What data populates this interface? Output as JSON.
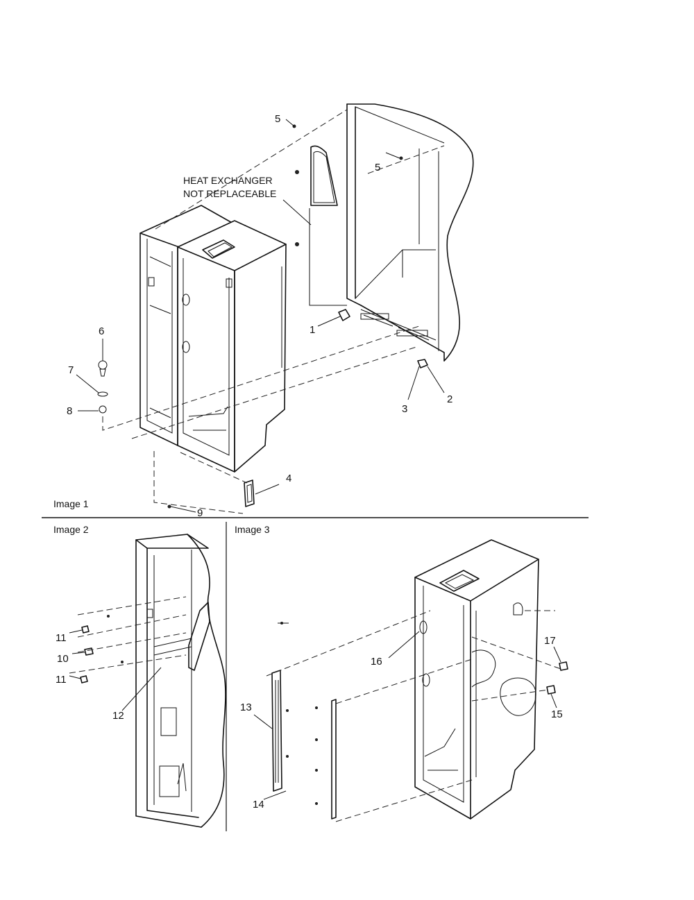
{
  "note": {
    "line1": "HEAT EXCHANGER",
    "line2": "NOT REPLACEABLE"
  },
  "panels": {
    "image1": "Image 1",
    "image2": "Image 2",
    "image3": "Image 3"
  },
  "callouts": {
    "c1": "1",
    "c2": "2",
    "c3": "3",
    "c4": "4",
    "c5a": "5",
    "c5b": "5",
    "c6": "6",
    "c7": "7",
    "c8": "8",
    "c9": "9",
    "c10": "10",
    "c11a": "11",
    "c11b": "11",
    "c12": "12",
    "c13": "13",
    "c14": "14",
    "c15": "15",
    "c16": "16",
    "c17": "17"
  }
}
